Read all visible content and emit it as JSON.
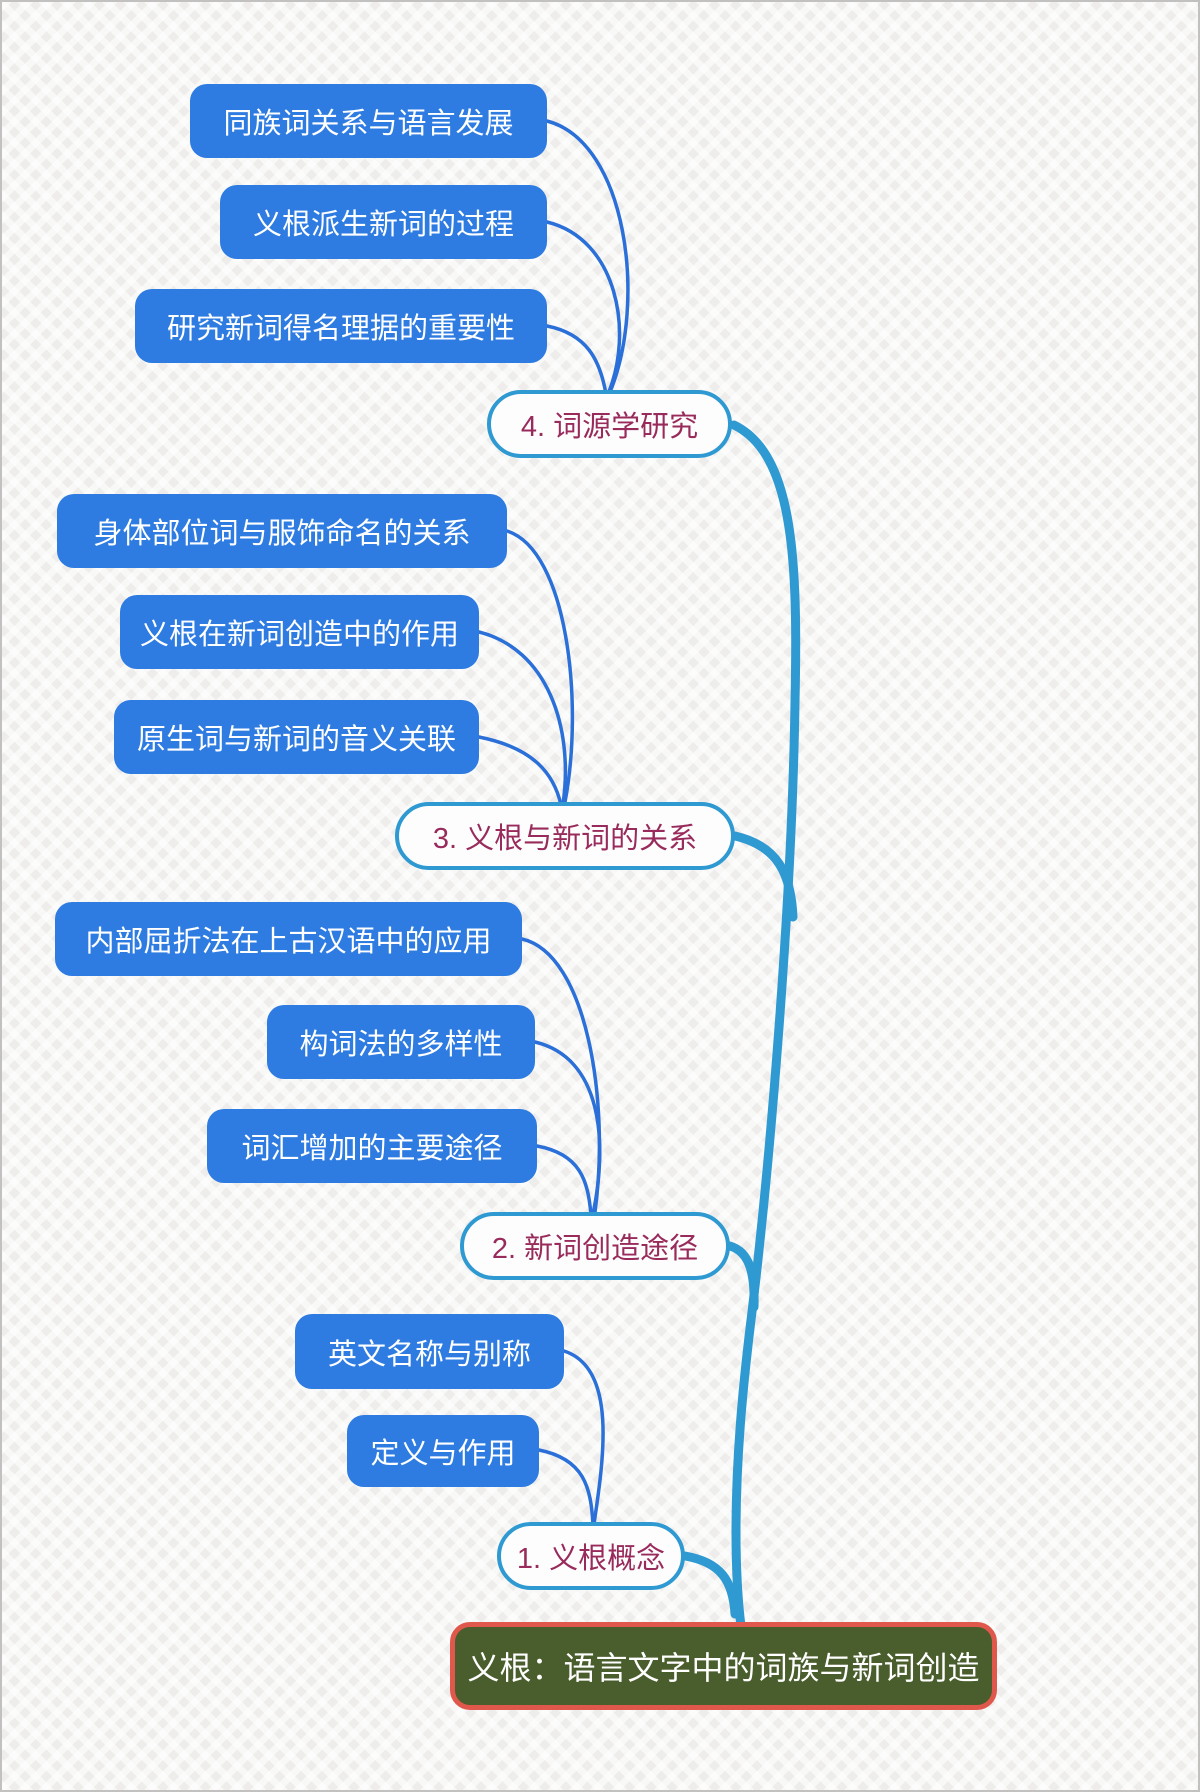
{
  "title": "义根思维导图",
  "colors": {
    "background": "#eeedec",
    "leaf-fill": "#2e7ce2",
    "leaf-text": "#ffffff",
    "child-connector": "#2b6fd8",
    "trunk": "#2f99d2",
    "section-fill": "#fdfdfd",
    "section-text": "#992b5c",
    "root-fill": "#4a5d2c",
    "root-border": "#e0584c",
    "root-text": "#ffffff"
  },
  "root": {
    "label": "义根：语言文字中的词族与新词创造"
  },
  "branches": [
    {
      "label": "4. 词源学研究",
      "children": [
        "同族词关系与语言发展",
        "义根派生新词的过程",
        "研究新词得名理据的重要性"
      ]
    },
    {
      "label": "3. 义根与新词的关系",
      "children": [
        "身体部位词与服饰命名的关系",
        "义根在新词创造中的作用",
        "原生词与新词的音义关联"
      ]
    },
    {
      "label": "2. 新词创造途径",
      "children": [
        "内部屈折法在上古汉语中的应用",
        "构词法的多样性",
        "词汇增加的主要途径"
      ]
    },
    {
      "label": "1. 义根概念",
      "children": [
        "英文名称与别称",
        "定义与作用"
      ]
    }
  ]
}
